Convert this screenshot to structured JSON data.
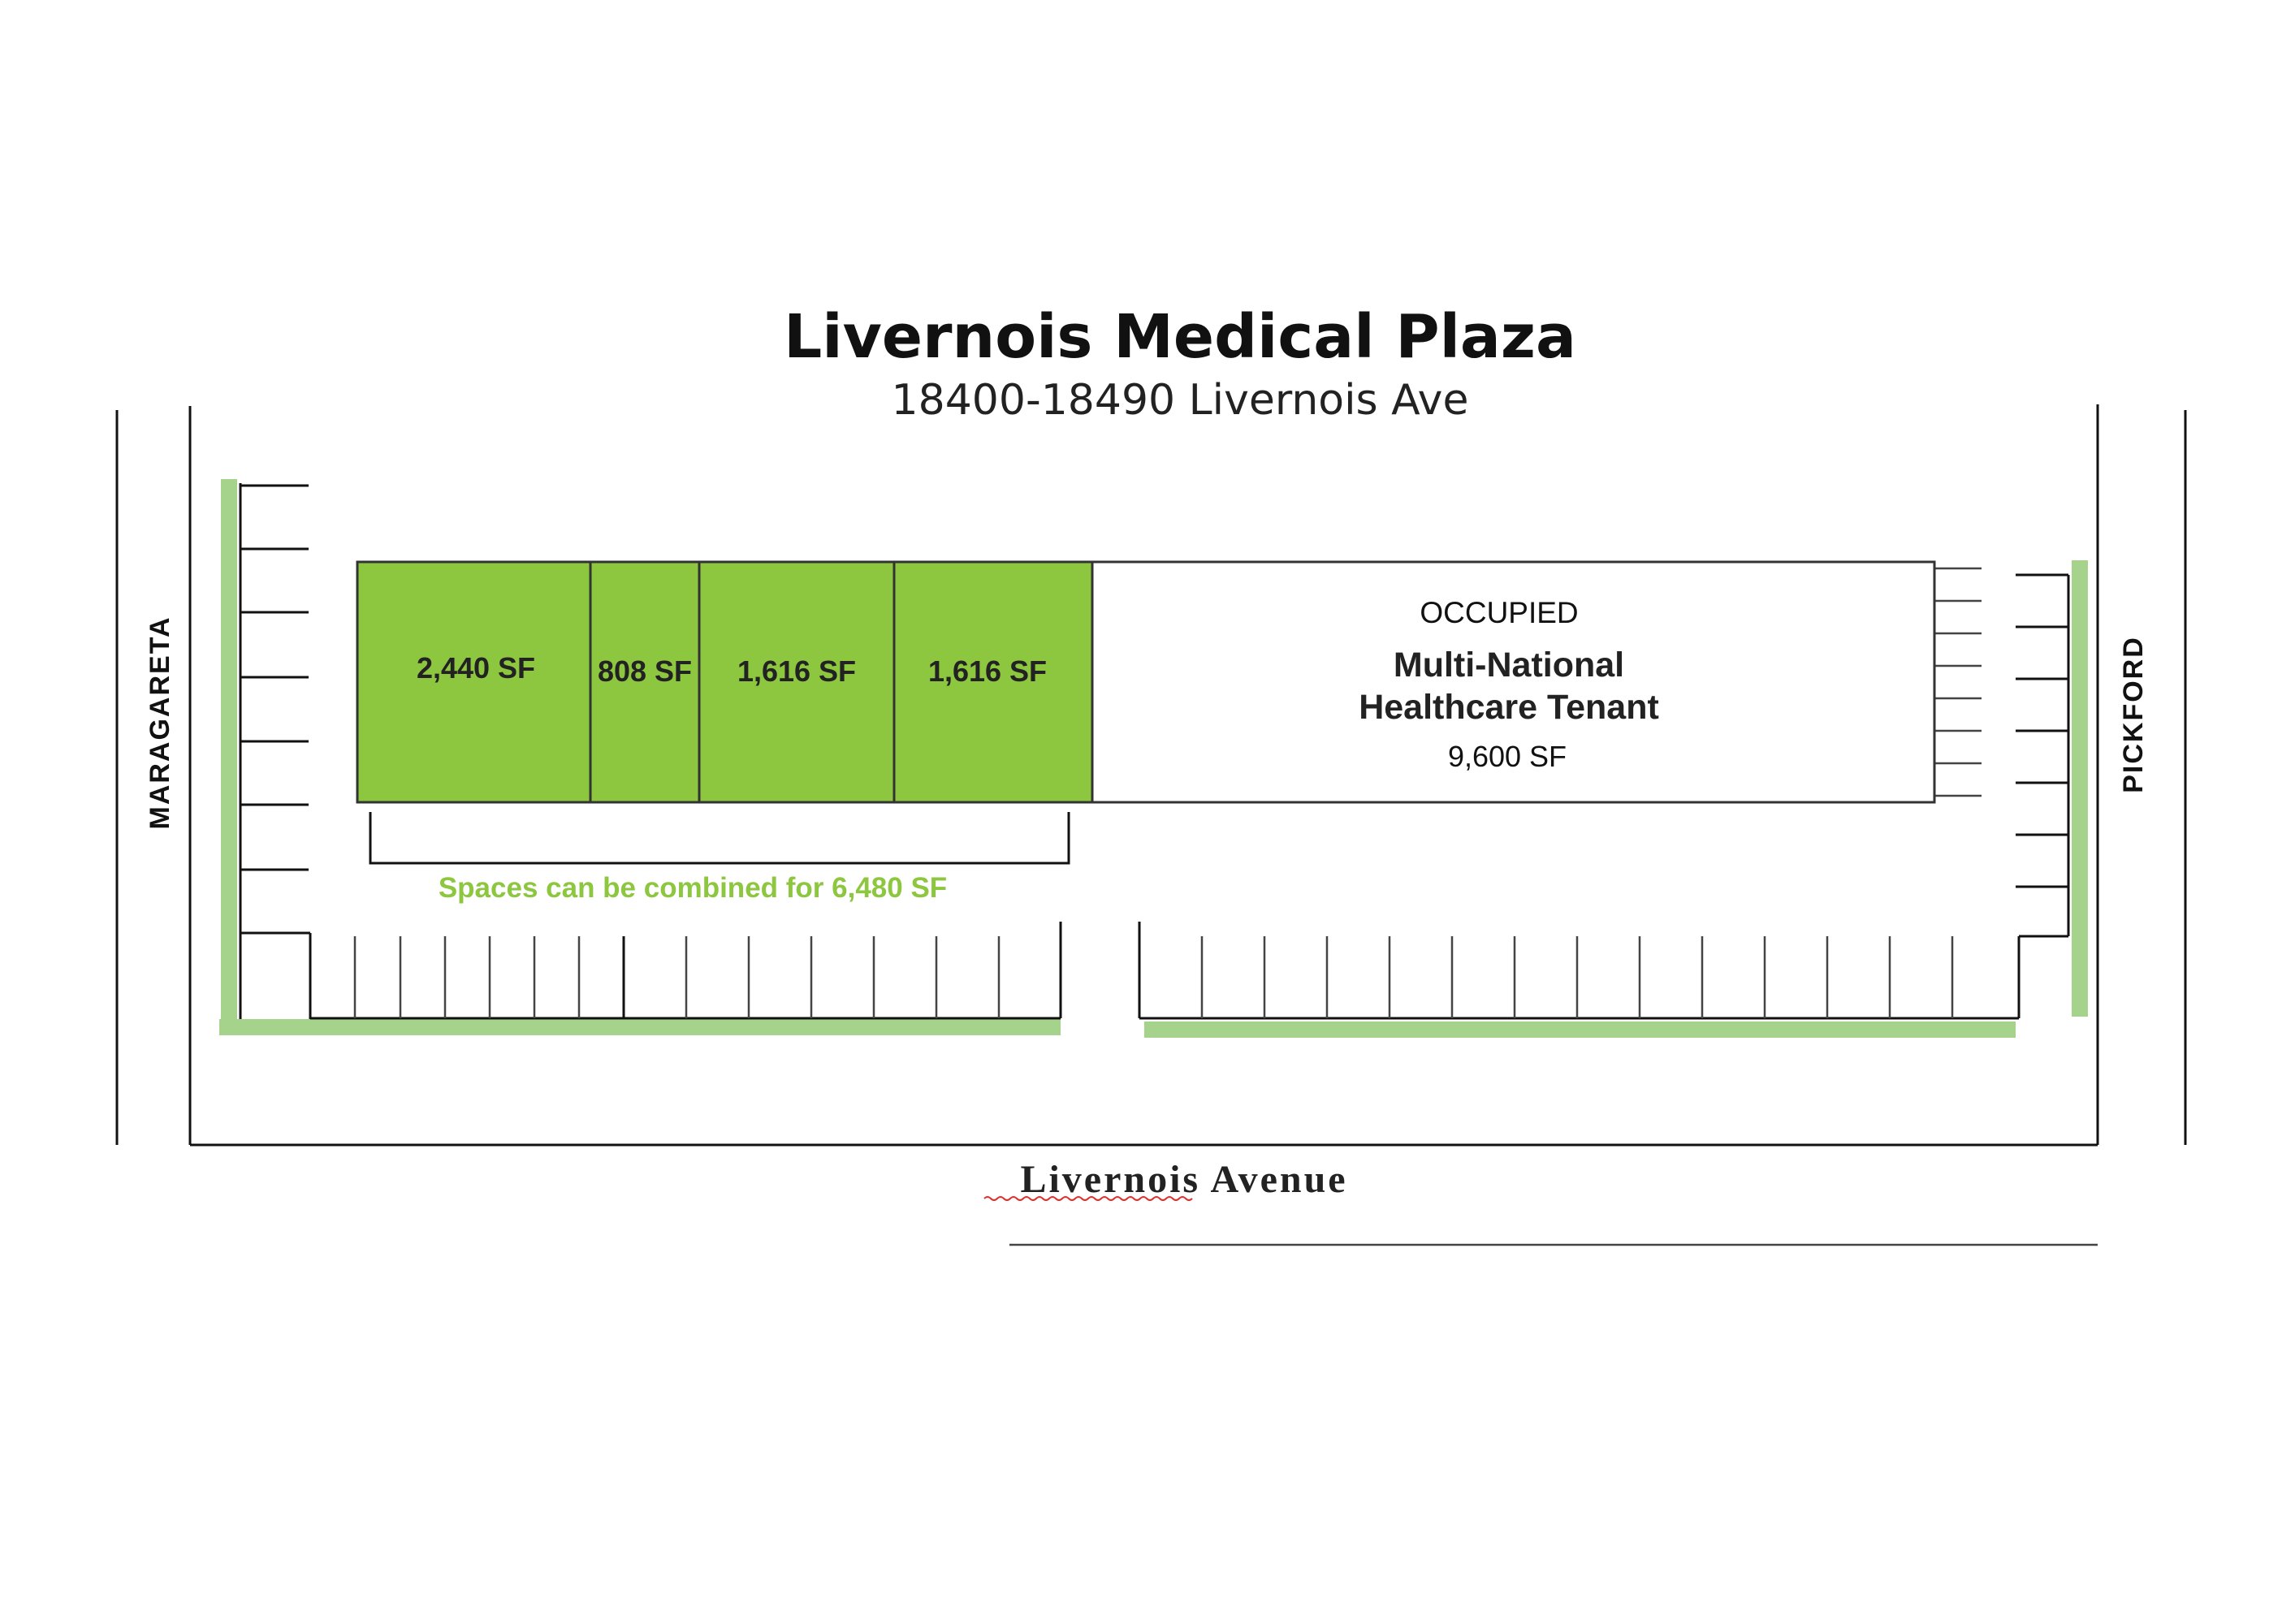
{
  "header": {
    "title": "Livernois Medical Plaza",
    "address": "18400-18490 Livernois Ave"
  },
  "units": [
    {
      "label": "2,440 SF",
      "status": "available"
    },
    {
      "label": "808 SF",
      "status": "available"
    },
    {
      "label": "1,616 SF",
      "status": "available"
    },
    {
      "label": "1,616 SF",
      "status": "available"
    }
  ],
  "occupied": {
    "status": "OCCUPIED",
    "tenant_line1": "Multi-National",
    "tenant_line2": "Healthcare Tenant",
    "size": "9,600 SF"
  },
  "combine_note": "Spaces can be combined for 6,480 SF",
  "streets": {
    "left": "MARAGARETA",
    "right": "PICKFORD",
    "bottom": "Livernois Avenue"
  },
  "colors": {
    "available": "#8dc63f",
    "landscape": "#a6d38c",
    "note": "#8dc63f",
    "outline": "#111111"
  }
}
